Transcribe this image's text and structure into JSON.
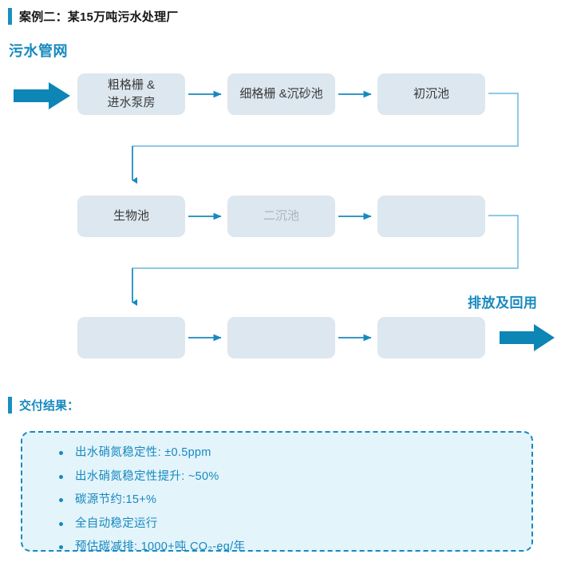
{
  "case": {
    "title": "案例二：某15万吨污水处理厂",
    "accent": "#1a8fc1"
  },
  "section": {
    "heading": "污水管网",
    "color": "#1789bf"
  },
  "flow": {
    "inlet_arrow": "inlet-block-arrow",
    "outlet_arrow": "outlet-block-arrow",
    "discharge_label": "排放及回用",
    "node_fill": "#dce7ef",
    "connector_color": "#1789bf",
    "rows": [
      {
        "nodes": [
          {
            "label": "粗格栅 &\n进水泵房",
            "lines": [
              "粗格栅 &",
              "进水泵房"
            ],
            "state": "normal"
          },
          {
            "label": "细格栅 &沉砂池",
            "lines": [
              "细格栅 &沉砂池"
            ],
            "state": "normal"
          },
          {
            "label": "初沉池",
            "lines": [
              "初沉池"
            ],
            "state": "normal"
          }
        ]
      },
      {
        "nodes": [
          {
            "label": "生物池",
            "lines": [
              "生物池"
            ],
            "state": "normal"
          },
          {
            "label": "二沉池",
            "lines": [
              "二沉池"
            ],
            "state": "muted"
          },
          {
            "label": "",
            "lines": [
              ""
            ],
            "state": "empty"
          }
        ]
      },
      {
        "nodes": [
          {
            "label": "",
            "lines": [
              ""
            ],
            "state": "empty"
          },
          {
            "label": "",
            "lines": [
              ""
            ],
            "state": "empty"
          },
          {
            "label": "",
            "lines": [
              ""
            ],
            "state": "empty"
          }
        ]
      }
    ]
  },
  "deliverables": {
    "title": "交付结果：",
    "items": [
      "出水硝氮稳定性: ±0.5ppm",
      "出水硝氮稳定性提升: ~50%",
      "碳源节约:15+%",
      "全自动稳定运行",
      "预估碳减排: 1000+吨 CO₂-eq/年"
    ]
  }
}
